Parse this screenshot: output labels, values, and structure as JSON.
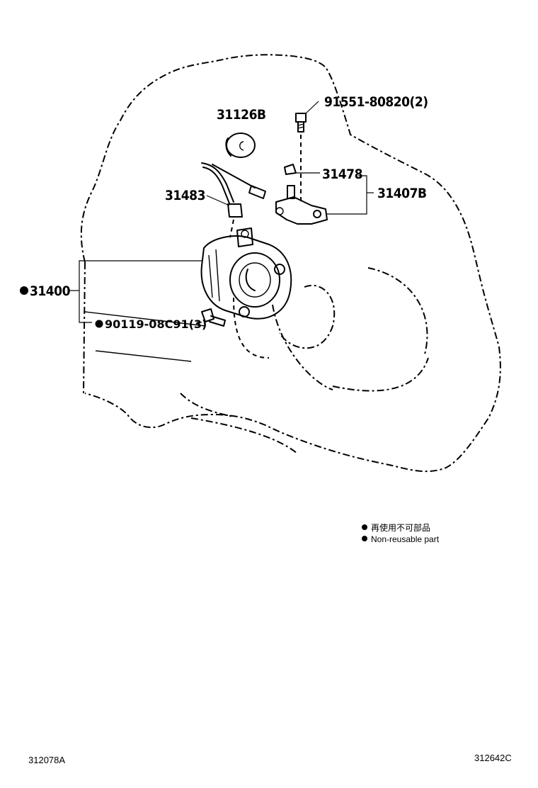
{
  "parts": {
    "bolt_91551": "91551-80820(2)",
    "plug_31126B": "31126B",
    "cap_31478": "31478",
    "bracket_31407B": "31407B",
    "tube_31483": "31483",
    "cylinder_31400": "31400",
    "bolt_90119": "90119-08C91(3)"
  },
  "legend": {
    "japanese": "再使用不可部品",
    "english": "Non-reusable part"
  },
  "codes": {
    "left": "312078A",
    "right": "312642C"
  }
}
